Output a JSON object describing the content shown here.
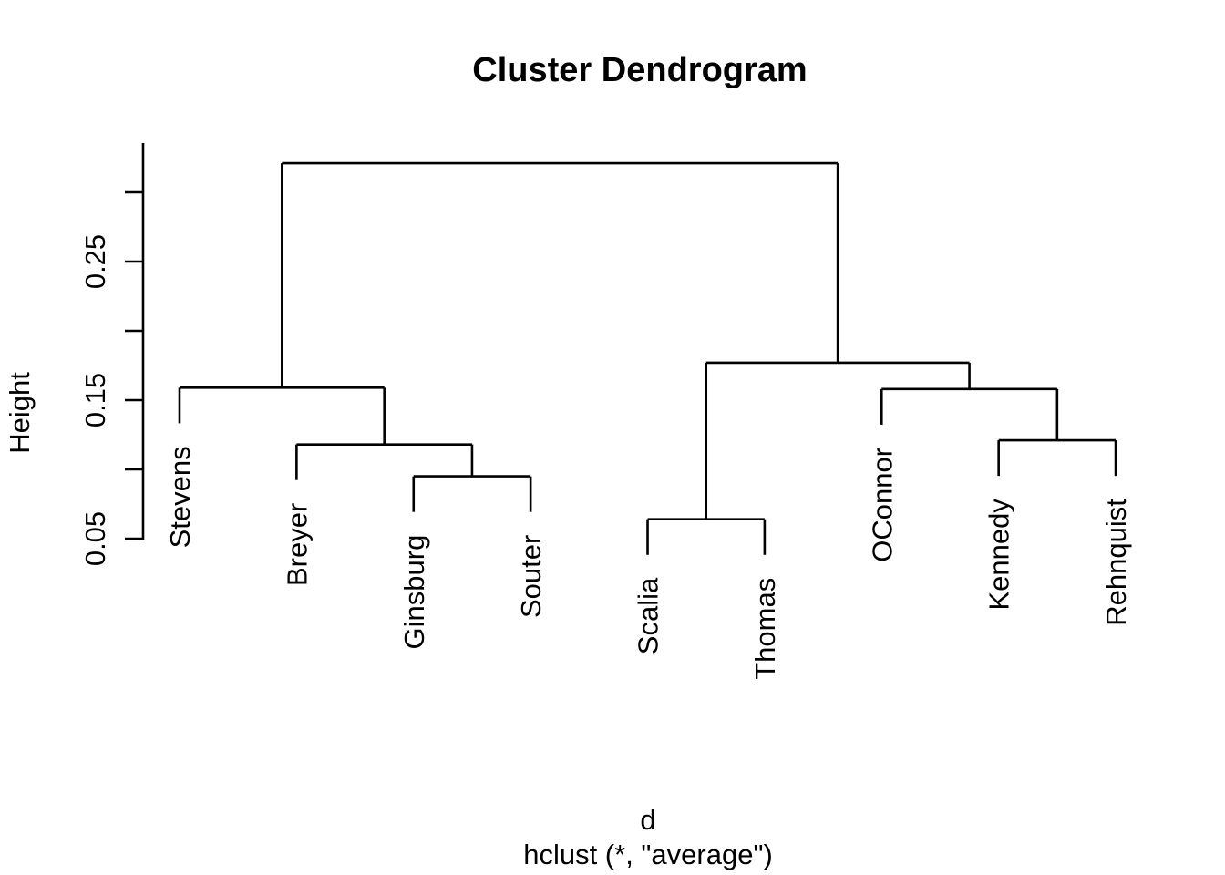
{
  "chart_data": {
    "type": "dendrogram",
    "title": "Cluster Dendrogram",
    "ylabel": "Height",
    "xlabel": "d",
    "sub": "hclust (*, \"average\")",
    "method": "average",
    "leaves": [
      "Stevens",
      "Breyer",
      "Ginsburg",
      "Souter",
      "Scalia",
      "Thomas",
      "OConnor",
      "Kennedy",
      "Rehnquist"
    ],
    "merges": [
      {
        "id": "scalia_thomas",
        "a": "Scalia",
        "b": "Thomas",
        "height": 0.064
      },
      {
        "id": "ginsburg_souter",
        "a": "Ginsburg",
        "b": "Souter",
        "height": 0.095
      },
      {
        "id": "breyer_gs",
        "a": "Breyer",
        "b": "ginsburg_souter",
        "height": 0.118
      },
      {
        "id": "kennedy_rehnquist",
        "a": "Kennedy",
        "b": "Rehnquist",
        "height": 0.121
      },
      {
        "id": "oconnor_kr",
        "a": "OConnor",
        "b": "kennedy_rehnquist",
        "height": 0.158
      },
      {
        "id": "stevens_bgs",
        "a": "Stevens",
        "b": "breyer_gs",
        "height": 0.159
      },
      {
        "id": "right_cluster",
        "a": "scalia_thomas",
        "b": "oconnor_kr",
        "height": 0.177
      },
      {
        "id": "root",
        "a": "stevens_bgs",
        "b": "right_cluster",
        "height": 0.321
      }
    ],
    "axis_ticks": [
      0.05,
      0.1,
      0.15,
      0.2,
      0.25,
      0.3
    ],
    "labeled_ticks": [
      0.05,
      0.15,
      0.25
    ],
    "ylim": [
      0.05,
      0.335
    ],
    "leaf_hang": 0.0257,
    "grid": false,
    "legend": null,
    "colors": {
      "line": "#000000",
      "text": "#000000",
      "background": "#ffffff"
    }
  }
}
